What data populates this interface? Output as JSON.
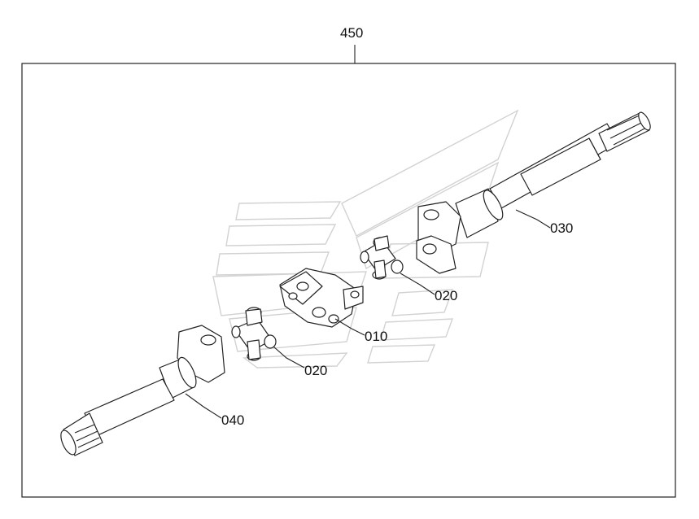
{
  "assembly": {
    "label": "450"
  },
  "parts": [
    {
      "id": "p010",
      "label": "010"
    },
    {
      "id": "p020a",
      "label": "020"
    },
    {
      "id": "p020b",
      "label": "020"
    },
    {
      "id": "p030",
      "label": "030"
    },
    {
      "id": "p040",
      "label": "040"
    }
  ]
}
